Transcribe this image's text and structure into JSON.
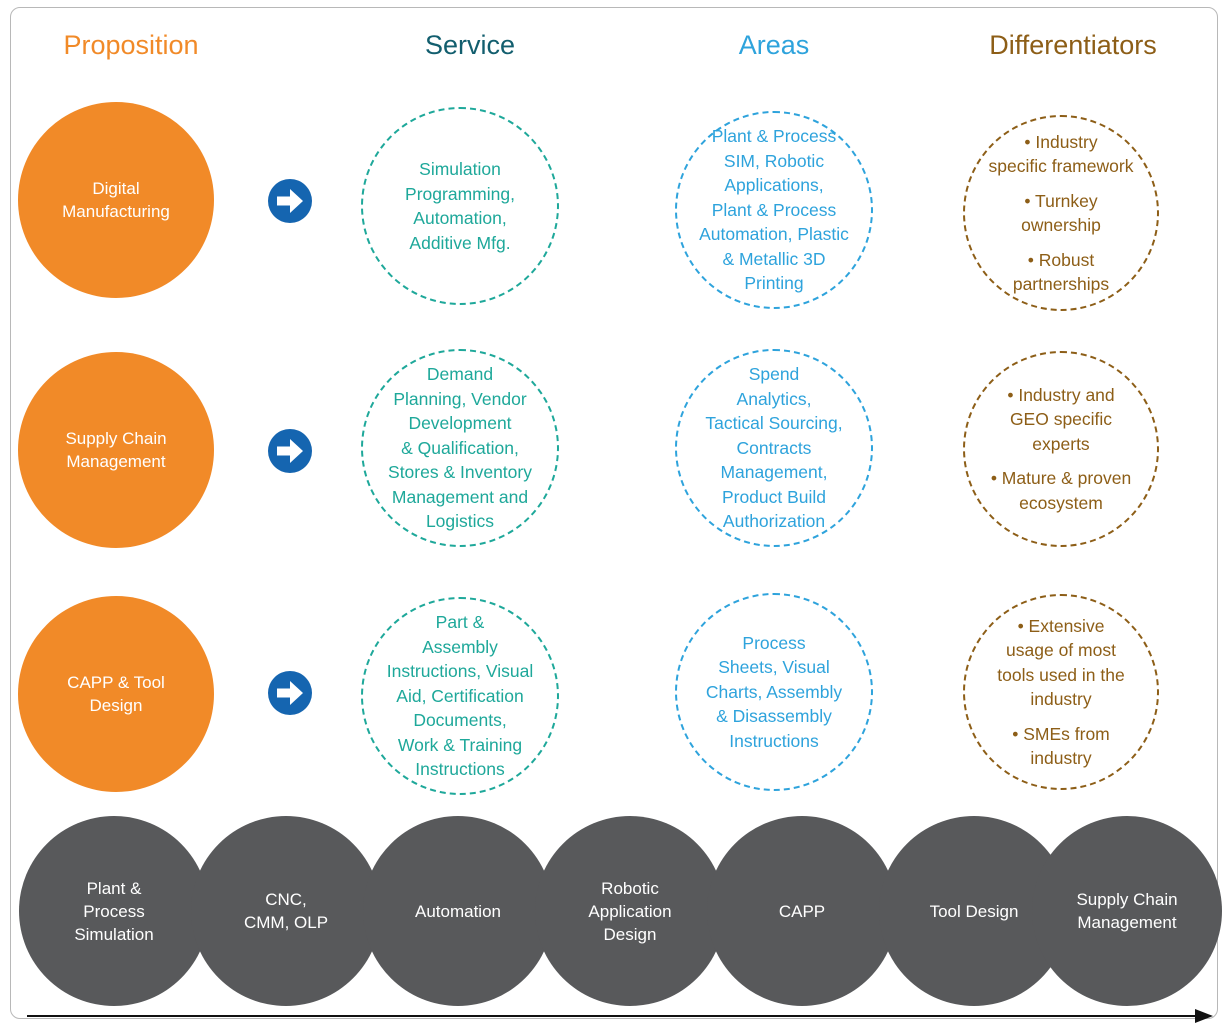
{
  "headers": {
    "proposition": "Proposition",
    "service": "Service",
    "areas": "Areas",
    "differentiators": "Differentiators"
  },
  "rows": [
    {
      "proposition": "Digital\nManufacturing",
      "service": "Simulation\nProgramming,\nAutomation,\nAdditive Mfg.",
      "areas": "Plant & Process\nSIM, Robotic\nApplications,\nPlant & Process\nAutomation, Plastic\n& Metallic 3D\nPrinting",
      "differentiators": [
        "• Industry\nspecific framework",
        "• Turnkey\nownership",
        "• Robust\npartnerships"
      ]
    },
    {
      "proposition": "Supply Chain\nManagement",
      "service": "Demand\nPlanning, Vendor\nDevelopment\n& Qualification,\nStores & Inventory\nManagement and\nLogistics",
      "areas": "Spend\nAnalytics,\nTactical Sourcing,\nContracts\nManagement,\nProduct Build\nAuthorization",
      "differentiators": [
        "• Industry and\nGEO specific\nexperts",
        "• Mature & proven\necosystem"
      ]
    },
    {
      "proposition": "CAPP & Tool\nDesign",
      "service": "Part &\nAssembly\nInstructions, Visual\nAid, Certification\nDocuments,\nWork & Training\nInstructions",
      "areas": "Process\nSheets, Visual\nCharts, Assembly\n& Disassembly\nInstructions",
      "differentiators": [
        "• Extensive\nusage of most\ntools used in the\nindustry",
        "• SMEs from\nindustry"
      ]
    }
  ],
  "capabilities": [
    "Plant &\nProcess\nSimulation",
    "CNC,\nCMM, OLP",
    "Automation",
    "Robotic\nApplication\nDesign",
    "CAPP",
    "Tool Design",
    "Supply Chain\nManagement"
  ],
  "colors": {
    "proposition": "#f18a28",
    "service": "#1ea89a",
    "areas": "#2ea3dc",
    "differentiators": "#8d5e17",
    "service_header": "#125e6e",
    "capability": "#58595b",
    "arrow": "#1565b0"
  },
  "icons": {
    "row_arrow": "arrow-right-circle-icon",
    "timeline": "long-arrow-right-icon"
  }
}
